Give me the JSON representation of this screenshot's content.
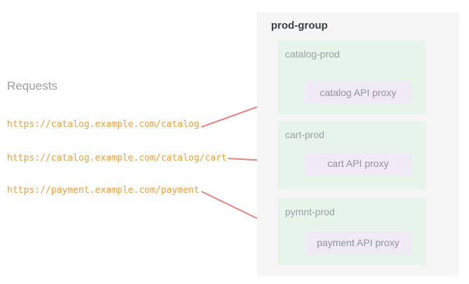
{
  "requests": {
    "title": "Requests",
    "items": [
      {
        "url": "https://catalog.example.com/catalog"
      },
      {
        "url": "https://catalog.example.com/catalog/cart"
      },
      {
        "url": "https://payment.example.com/payment"
      }
    ]
  },
  "group": {
    "title": "prod-group",
    "environments": [
      {
        "name": "catalog-prod",
        "proxy": "catalog API proxy"
      },
      {
        "name": "cart-prod",
        "proxy": "cart API proxy"
      },
      {
        "name": "pymnt-prod",
        "proxy": "payment API proxy"
      }
    ]
  },
  "connections": [
    {
      "from": "https://catalog.example.com/catalog",
      "to": "catalog API proxy"
    },
    {
      "from": "https://catalog.example.com/catalog/cart",
      "to": "cart API proxy"
    },
    {
      "from": "https://payment.example.com/payment",
      "to": "payment API proxy"
    }
  ],
  "colors": {
    "url_text": "#F49E3C",
    "arrow": "#E8827E",
    "panel_bg": "#F5F5F5",
    "env_bg": "#E7F4E9",
    "proxy_bg": "#F0E9F6",
    "muted_text": "#9E9E9E",
    "label_text": "#9AA0A6",
    "proxy_text": "#8F9499",
    "title_text": "#3C4043"
  }
}
